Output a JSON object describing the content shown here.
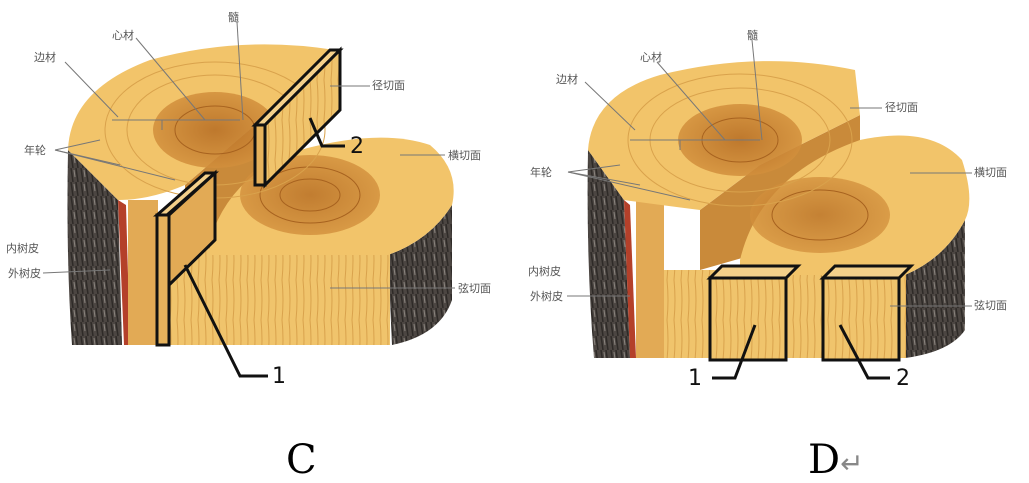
{
  "diagram_c": {
    "labels": {
      "sapwood": "边材",
      "heartwood": "心材",
      "pith": "髓",
      "radial": "径切面",
      "rings": "年轮",
      "cross": "横切面",
      "inner_bark": "内树皮",
      "outer_bark": "外树皮",
      "tangential": "弦切面",
      "num1": "1",
      "num2": "2"
    },
    "caption": "C"
  },
  "diagram_d": {
    "labels": {
      "sapwood": "边材",
      "heartwood": "心材",
      "pith": "髓",
      "radial": "径切面",
      "rings": "年轮",
      "cross": "横切面",
      "inner_bark": "内树皮",
      "outer_bark": "外树皮",
      "tangential": "弦切面",
      "num1": "1",
      "num2": "2"
    },
    "caption": "D",
    "return_mark": "↵"
  },
  "colors": {
    "bark": "#4a4440",
    "sapwood": "#f2c46a",
    "heartwood": "#c07a2e",
    "side": "#e9bb62",
    "outline": "#111111"
  }
}
